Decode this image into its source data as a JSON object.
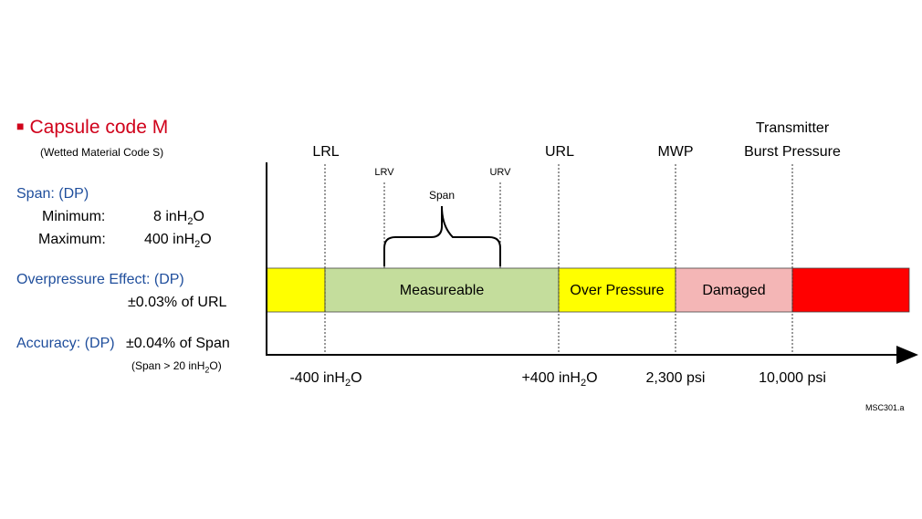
{
  "header": {
    "title": "Capsule code M",
    "subtitle": "(Wetted Material Code S)"
  },
  "specs": {
    "span_label": "Span: (DP)",
    "minimum_label": "Minimum:",
    "minimum_value_num": "8 inH",
    "minimum_value_sub": "2",
    "minimum_value_tail": "O",
    "maximum_label": "Maximum:",
    "maximum_value_num": "400 inH",
    "maximum_value_sub": "2",
    "maximum_value_tail": "O",
    "overpressure_label": "Overpressure Effect: (DP)",
    "overpressure_value": "±0.03% of URL",
    "accuracy_label": "Accuracy: (DP)",
    "accuracy_value": "±0.04% of Span",
    "accuracy_note_a": "(Span > 20 inH",
    "accuracy_note_sub": "2",
    "accuracy_note_b": "O)"
  },
  "markers": {
    "lrl": "LRL",
    "url": "URL",
    "mwp": "MWP",
    "burst_line1": "Transmitter",
    "burst_line2": "Burst Pressure",
    "lrv": "LRV",
    "urv": "URV",
    "span": "Span"
  },
  "segments": {
    "measureable": "Measureable",
    "over_pressure": "Over Pressure",
    "damaged": "Damaged"
  },
  "axis_labels": {
    "lrl_a": "-400 inH",
    "lrl_sub": "2",
    "lrl_b": "O",
    "url_a": "+400 inH",
    "url_sub": "2",
    "url_b": "O",
    "mwp": "2,300 psi",
    "burst": "10,000 psi"
  },
  "footer": {
    "code": "MSC301.a"
  },
  "colors": {
    "title": "#d0021b",
    "blue_text": "#1f4e9c",
    "yellow": "#ffff00",
    "green": "#c4dd9c",
    "pink": "#f4b6b6",
    "red": "#ff0000"
  }
}
